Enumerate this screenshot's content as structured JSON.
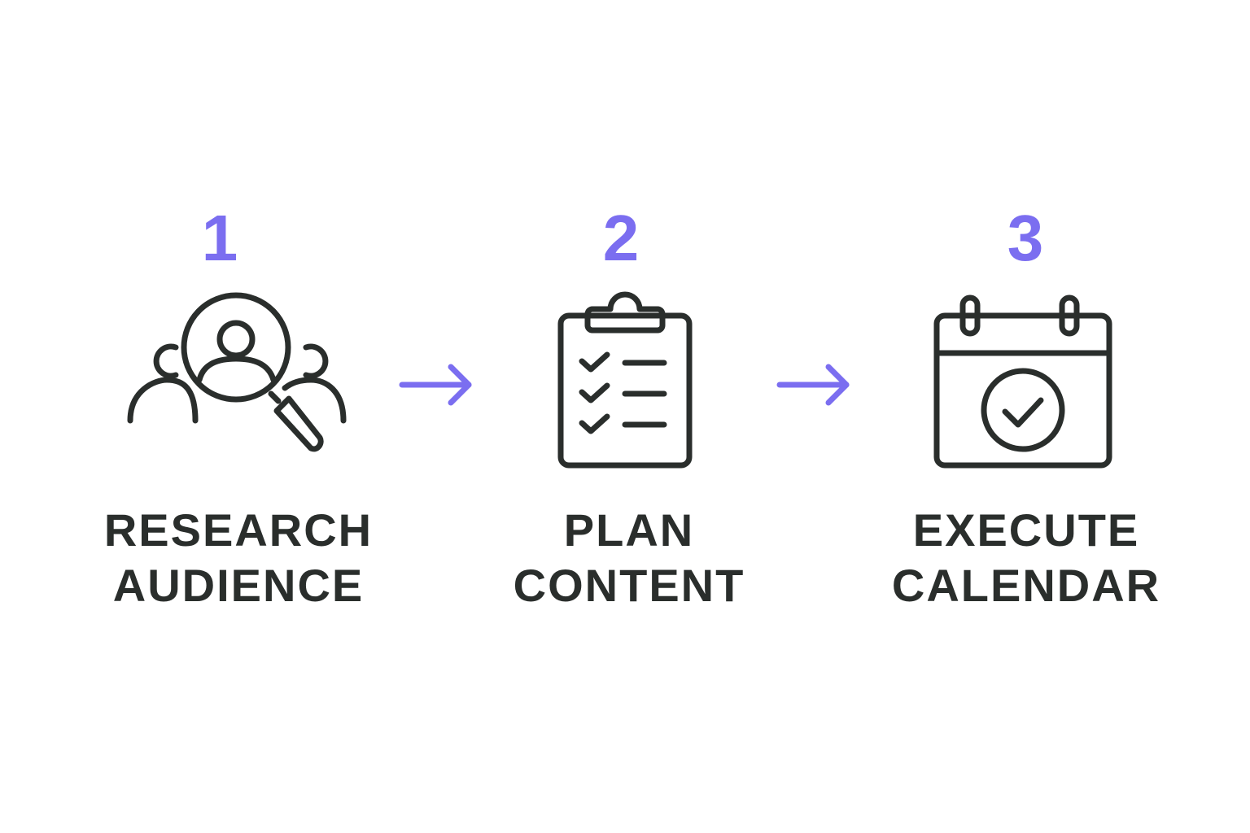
{
  "colors": {
    "accent": "#7B6EF0",
    "ink": "#2A2E2C",
    "background": "#FFFFFF"
  },
  "steps": [
    {
      "number": "1",
      "label_line1": "RESEARCH",
      "label_line2": "AUDIENCE",
      "icon": "audience-search-icon"
    },
    {
      "number": "2",
      "label_line1": "PLAN",
      "label_line2": "CONTENT",
      "icon": "clipboard-checklist-icon"
    },
    {
      "number": "3",
      "label_line1": "EXECUTE",
      "label_line2": "CALENDAR",
      "icon": "calendar-check-icon"
    }
  ],
  "connectors": [
    {
      "icon": "arrow-right-icon"
    },
    {
      "icon": "arrow-right-icon"
    }
  ]
}
